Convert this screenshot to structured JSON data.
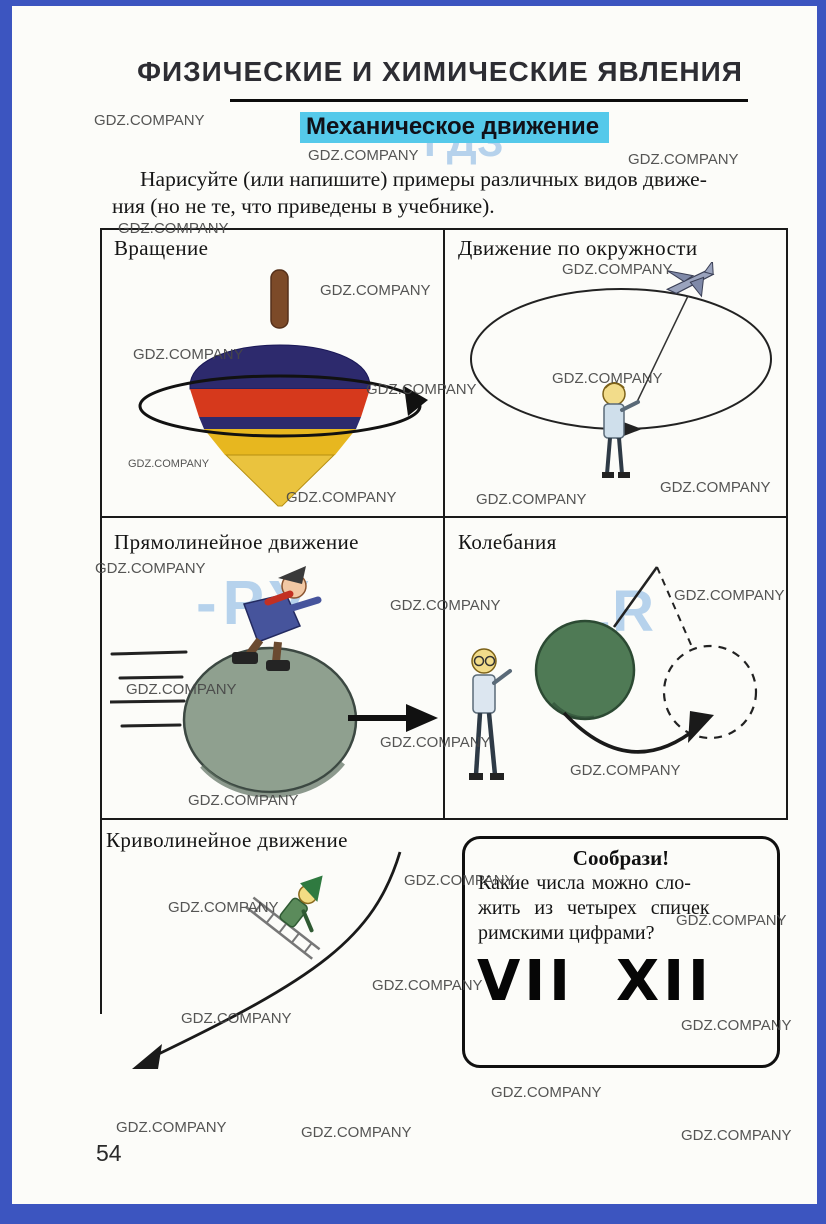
{
  "page": {
    "title": "ФИЗИЧЕСКИЕ И ХИМИЧЕСКИЕ ЯВЛЕНИЯ",
    "subtitle": "Механическое движение",
    "instruction_lines": [
      "Нарисуйте (или напишите) примеры различных видов движе-",
      "ния (но не те, что приведены в учебнике)."
    ],
    "page_number": "54"
  },
  "watermark": {
    "text": "GDZ.COMPANY"
  },
  "ghost_fragments": [
    {
      "text": "ГДЗ"
    },
    {
      "text": "-РУ"
    },
    {
      "text": ".R"
    }
  ],
  "table": {
    "cells": [
      {
        "title": "Вращение",
        "illustration": "spinning-top"
      },
      {
        "title": "Движение по окружности",
        "illustration": "airplane-on-string-circular-motion"
      },
      {
        "title": "Прямолинейное движение",
        "illustration": "rider-on-rolling-ball"
      },
      {
        "title": "Колебания",
        "illustration": "pendulum-swing"
      },
      {
        "title": "Криволинейное движение",
        "illustration": "sledding-down-curved-slope"
      }
    ]
  },
  "puzzle_box": {
    "title": "Сообрази!",
    "text_lines": [
      "Какие числа можно сло-",
      "жить из четырех спичек",
      "римскими цифрами?"
    ],
    "numerals": [
      "VII",
      "XII"
    ]
  },
  "colors": {
    "frame_blue": "#3c55c0",
    "highlight_cyan": "#55c9ea",
    "top_navy": "#2d2a6d",
    "top_red": "#d6391c",
    "top_yellow": "#e7b71f",
    "pendulum_green": "#4f7a55",
    "ball_gray_green": "#8fa08f"
  }
}
